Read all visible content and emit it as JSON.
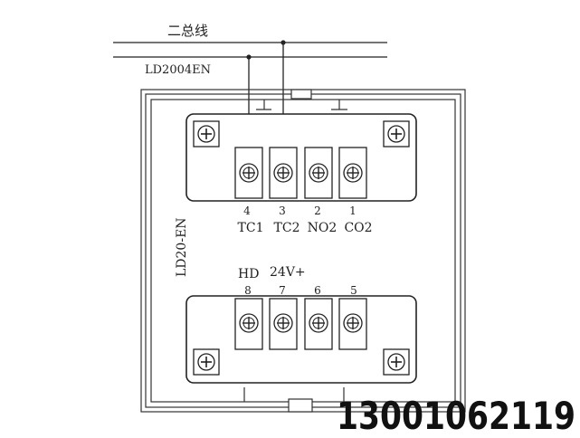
{
  "bus": {
    "label": "二总线",
    "model": "LD2004EN"
  },
  "module": {
    "label": "LD20-EN"
  },
  "top_terminals": [
    {
      "num": "4",
      "label": "TC1"
    },
    {
      "num": "3",
      "label": "TC2"
    },
    {
      "num": "2",
      "label": "NO2"
    },
    {
      "num": "1",
      "label": "CO2"
    }
  ],
  "bottom_labels": {
    "hd": "HD",
    "v24": "24V+"
  },
  "bottom_terminals": [
    {
      "num": "8"
    },
    {
      "num": "7"
    },
    {
      "num": "6"
    },
    {
      "num": "5"
    }
  ],
  "watermark": "13001062119"
}
